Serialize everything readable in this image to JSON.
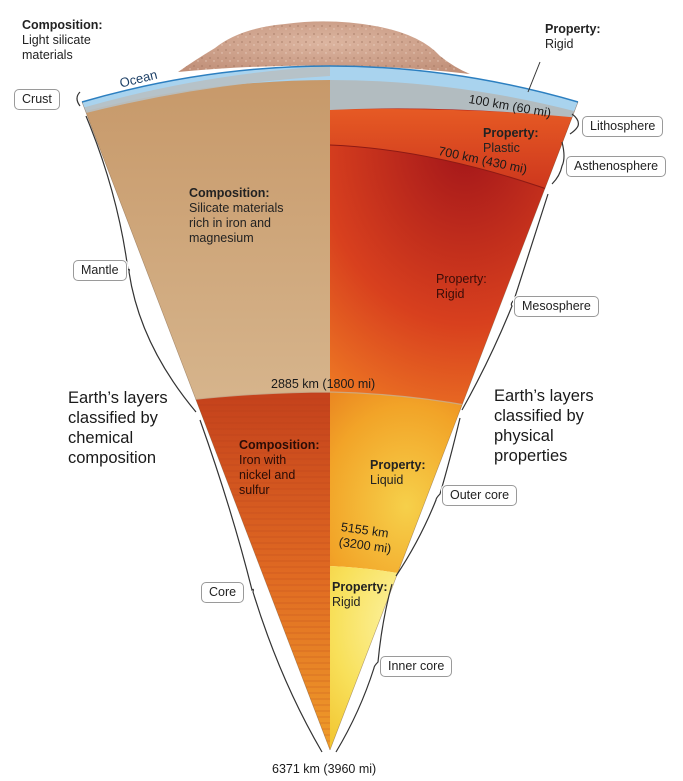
{
  "left_classification": {
    "heading_lines": [
      "Earth’s layers",
      "classified by",
      "chemical",
      "composition"
    ],
    "layers": [
      {
        "name": "Crust",
        "composition_title": "Composition:",
        "composition_lines": [
          "Light silicate",
          "materials"
        ]
      },
      {
        "name": "Mantle",
        "composition_title": "Composition:",
        "composition_lines": [
          "Silicate materials",
          "rich in iron and",
          "magnesium"
        ]
      },
      {
        "name": "Core",
        "composition_title": "Composition:",
        "composition_lines": [
          "Iron with",
          "nickel and",
          "sulfur"
        ]
      }
    ]
  },
  "right_classification": {
    "heading_lines": [
      "Earth’s layers",
      "classified by",
      "physical",
      "properties"
    ],
    "layers": [
      {
        "name": "Lithosphere",
        "property_title": "Property:",
        "property_value": "Rigid"
      },
      {
        "name": "Asthenosphere",
        "property_title": "Property:",
        "property_value": "Plastic"
      },
      {
        "name": "Mesosphere",
        "property_title": "Property:",
        "property_value": "Rigid"
      },
      {
        "name": "Outer core",
        "property_title": "Property:",
        "property_value": "Liquid"
      },
      {
        "name": "Inner core",
        "property_title": "Property:",
        "property_value": "Rigid"
      }
    ]
  },
  "ocean_label": "Ocean",
  "depths": {
    "lithosphere_base": "100 km (60 mi)",
    "asthenosphere_base": "700 km (430 mi)",
    "mantle_base": "2885 km (1800 mi)",
    "outer_core_base_lines": [
      "5155 km",
      "(3200 mi)"
    ],
    "center": "6371 km (3960 mi)"
  },
  "colors": {
    "crust_blue": "#a9d3ee",
    "mantle_tan": "#c49a6c",
    "core_red": "#c8451f",
    "mesosphere_red": "#b8281c",
    "outer_core_orange": "#f0a020",
    "inner_core_yellow": "#f7e25a"
  }
}
